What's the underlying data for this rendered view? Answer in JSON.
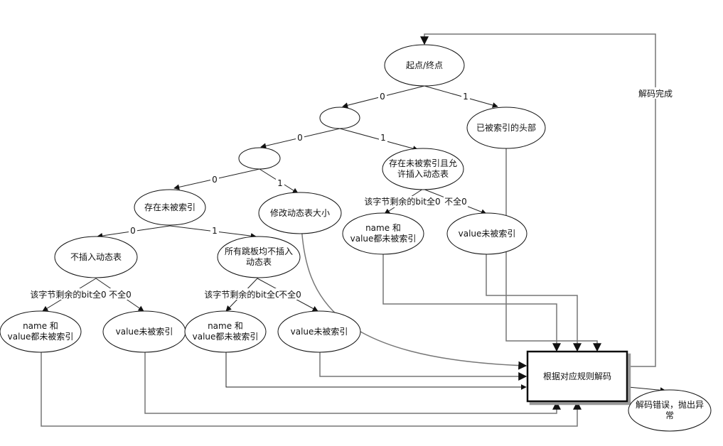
{
  "diagram": {
    "nodes": {
      "start": "起点/终点",
      "blank1": "",
      "indexed_header": "已被索引的头部",
      "blank2": "",
      "unindexed_insert": [
        "存在未被索引且允",
        "许插入动态表"
      ],
      "unindexed": "存在未被索引",
      "resize_table": "修改动态表大小",
      "no_insert": "不插入动态表",
      "never_indexed": [
        "所有跳板均不插入",
        "动态表"
      ],
      "a_name_value": [
        "name 和",
        "value都未被索引"
      ],
      "a_value": "value未被索引",
      "b_name_value": [
        "name 和",
        "value都未被索引"
      ],
      "b_value": "value未被索引",
      "c_name_value": [
        "name 和",
        "value都未被索引"
      ],
      "c_value": "value未被索引",
      "decode": "根据对应规则解码",
      "error": [
        "解码错误，抛出异",
        "常"
      ]
    },
    "edge_labels": {
      "start_0": "0",
      "start_1": "1",
      "blank1_0": "0",
      "blank1_1": "1",
      "blank2_0": "0",
      "blank2_1": "1",
      "unindexed_0": "0",
      "unindexed_1": "1",
      "bits_zero": "该字节剩余的bit全0",
      "bits_not_zero": "不全0",
      "done": "解码完成"
    }
  }
}
